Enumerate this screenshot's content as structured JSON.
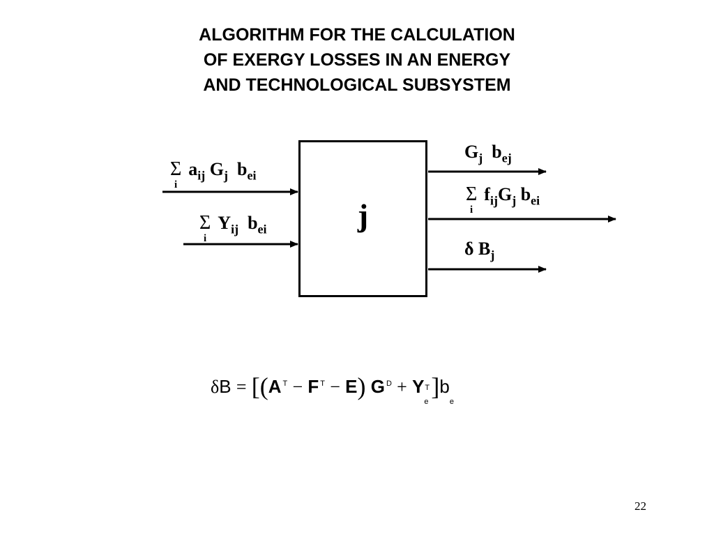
{
  "title": {
    "line1": "ALGORITHM FOR THE CALCULATION",
    "line2": "OF EXERGY LOSSES IN AN ENERGY",
    "line3": "AND TECHNOLOGICAL SUBSYSTEM"
  },
  "diagram": {
    "node_label": "j",
    "inputs": [
      {
        "sum": "Σ",
        "index": "i",
        "a": "a",
        "a_sub": "ij",
        "g": "G",
        "g_sub": "j",
        "b": "b",
        "b_sub": "ei"
      },
      {
        "sum": "Σ",
        "index": "i",
        "y": "Y",
        "y_sub": "ij",
        "b": "b",
        "b_sub": "ei"
      }
    ],
    "outputs": [
      {
        "g": "G",
        "g_sub": "j",
        "b": "b",
        "b_sub": "ej"
      },
      {
        "sum": "Σ",
        "index": "i",
        "f": "f",
        "f_sub": "ij",
        "g": "G",
        "g_sub": "j",
        "b": "b",
        "b_sub": "ei"
      },
      {
        "delta": "δ",
        "b": "B",
        "b_sub": "j"
      }
    ]
  },
  "formula": {
    "lhs_delta": "δ",
    "lhs_b": "B",
    "eq": "=",
    "lbracket": "[",
    "lparen": "(",
    "a": "A",
    "a_sup": "T",
    "minus1": "−",
    "f": "F",
    "f_sup": "T",
    "minus2": "−",
    "e": "E",
    "rparen": ")",
    "g": "G",
    "g_sup": "D",
    "plus": "+",
    "y": "Y",
    "y_sup": "T",
    "y_sub": "e",
    "rbracket": "]",
    "b": "b",
    "b_sub": "e"
  },
  "page_number": "22"
}
